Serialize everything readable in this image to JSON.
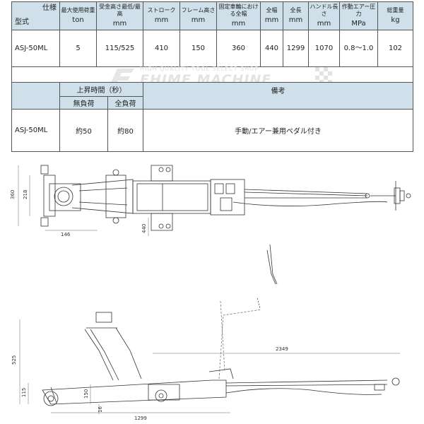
{
  "spec": {
    "corner_top": "仕様",
    "corner_bottom": "型式",
    "columns": [
      {
        "label": "最大使用荷重",
        "unit": "ton"
      },
      {
        "label": "受金高さ最低/最高",
        "unit": "mm"
      },
      {
        "label": "ストローク",
        "unit": "mm"
      },
      {
        "label": "フレーム高さ",
        "unit": "mm"
      },
      {
        "label": "固定車輪における全幅",
        "unit": "mm"
      },
      {
        "label": "全幅",
        "unit": "mm"
      },
      {
        "label": "全長",
        "unit": "mm"
      },
      {
        "label": "ハンドル長さ",
        "unit": "mm"
      },
      {
        "label": "作動エアー圧力",
        "unit": "MPa"
      },
      {
        "label": "総重量",
        "unit": "kg"
      }
    ],
    "row": {
      "model": "ASJ-50ML",
      "values": [
        "5",
        "115/525",
        "410",
        "150",
        "360",
        "440",
        "1299",
        "1070",
        "0.8～1.0",
        "102"
      ]
    }
  },
  "watermark": {
    "small": "HIGH QUALITY TOOL SELECT SHOP",
    "big": "EHIME MACHINE"
  },
  "remarks": {
    "lift_time": "上昇時間（秒）",
    "no_load": "無負荷",
    "full_load": "全負荷",
    "remarks_label": "備考",
    "model": "ASJ-50ML",
    "no_load_value": "約50",
    "full_load_value": "約80",
    "remarks_value": "手動/エアー兼用ペダル付き"
  },
  "drawing": {
    "top_view": {
      "dim_360": "360",
      "dim_218": "218",
      "dim_146": "146",
      "dim_440": "440"
    },
    "side_view": {
      "dim_525": "525",
      "dim_115": "115",
      "dim_150": "150",
      "dim_16": "16",
      "dim_1299": "1299",
      "dim_2349": "2349"
    }
  }
}
